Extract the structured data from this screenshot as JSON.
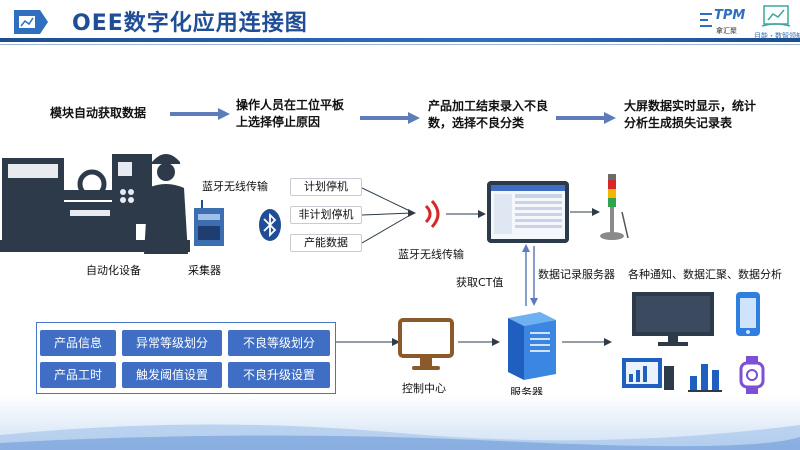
{
  "header": {
    "title": "OEE数字化应用连接图",
    "brand_name": "TPM",
    "brand_sub": "拿汇聚",
    "brand2_caption": "月能・数智领航"
  },
  "steps": [
    {
      "line1": "模块自动获取数据",
      "line2": ""
    },
    {
      "line1": "操作人员在工位平板",
      "line2": "上选择停止原因"
    },
    {
      "line1": "产品加工结束录入不良",
      "line2": "数，选择不良分类"
    },
    {
      "line1": "大屏数据实时显示，统计",
      "line2": "分析生成损失记录表"
    }
  ],
  "labels": {
    "bt_transmit_top": "蓝牙无线传输",
    "bt_transmit_mid": "蓝牙无线传输",
    "auto_device": "自动化设备",
    "collector": "采集器",
    "get_ct": "获取CT值",
    "record_server": "数据记录服务器",
    "notify": "各种通知、数据汇聚、数据分析",
    "control_center": "控制中心",
    "server": "服务器"
  },
  "tags": [
    "计划停机",
    "非计划停机",
    "产能数据"
  ],
  "panel_buttons": [
    [
      "产品信息",
      "异常等级划分",
      "不良等级划分"
    ],
    [
      "产品工时",
      "触发阈值设置",
      "不良升级设置"
    ]
  ],
  "colors": {
    "primary": "#1f4e96",
    "arrow": "#5f7cba",
    "button": "#3f6ec4",
    "machine": "#2d3a4a",
    "signal_red": "#d62828"
  }
}
